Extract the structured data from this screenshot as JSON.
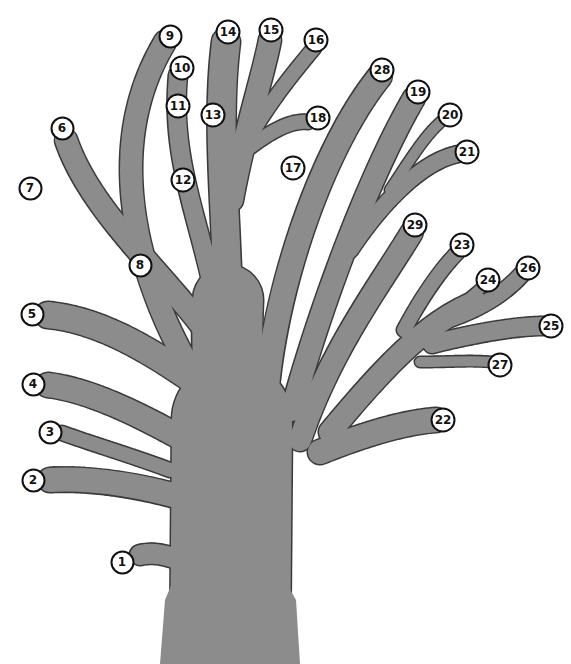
{
  "diagram": {
    "nodes": [
      {
        "text": [
          "1"
        ]
      },
      {
        "text": [
          "2"
        ]
      },
      {
        "text": [
          "3"
        ]
      },
      {
        "text": [
          "4"
        ]
      },
      {
        "text": [
          "5"
        ]
      },
      {
        "text": [
          "6"
        ]
      },
      {
        "text": [
          "7"
        ]
      },
      {
        "text": [
          "8"
        ]
      },
      {
        "text": [
          "9"
        ]
      },
      {
        "text": [
          "10"
        ]
      },
      {
        "text": [
          "11"
        ]
      },
      {
        "text": [
          "12"
        ]
      },
      {
        "text": [
          "13"
        ]
      },
      {
        "text": [
          "14"
        ]
      },
      {
        "text": [
          "15"
        ]
      },
      {
        "text": [
          "16"
        ]
      },
      {
        "text": [
          "17"
        ]
      },
      {
        "text": [
          "18"
        ]
      },
      {
        "text": [
          "19"
        ]
      },
      {
        "text": [
          "20"
        ]
      },
      {
        "text": [
          "21"
        ]
      },
      {
        "text": [
          "22"
        ]
      },
      {
        "text": [
          "23"
        ]
      },
      {
        "text": [
          "24"
        ]
      },
      {
        "text": [
          "25"
        ]
      },
      {
        "text": [
          "26"
        ]
      },
      {
        "text": [
          "27"
        ]
      },
      {
        "text": [
          "28"
        ]
      },
      {
        "text": [
          "29"
        ]
      }
    ]
  }
}
